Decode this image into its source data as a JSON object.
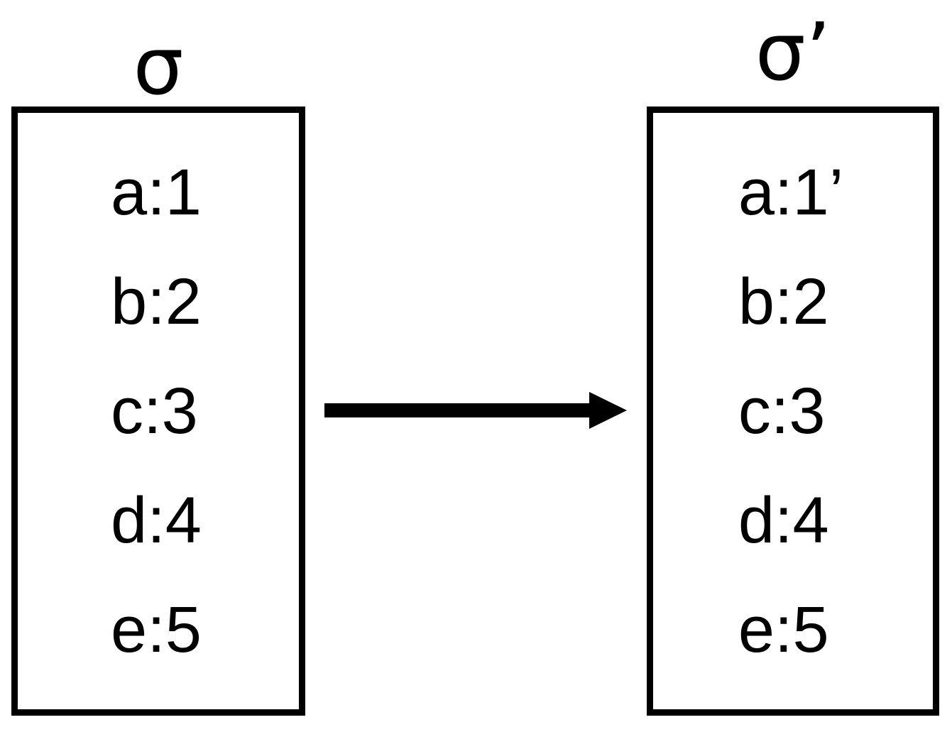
{
  "diagram": {
    "type": "state-transition",
    "background_color": "#ffffff",
    "stroke_color": "#000000",
    "states": [
      {
        "id": "sigma",
        "label": "σ",
        "entries": [
          {
            "key": "a",
            "value": "1",
            "text": "a:1"
          },
          {
            "key": "b",
            "value": "2",
            "text": "b:2"
          },
          {
            "key": "c",
            "value": "3",
            "text": "c:3"
          },
          {
            "key": "d",
            "value": "4",
            "text": "d:4"
          },
          {
            "key": "e",
            "value": "5",
            "text": "e:5"
          }
        ]
      },
      {
        "id": "sigma-prime",
        "label": "σ’",
        "entries": [
          {
            "key": "a",
            "value": "1’",
            "text": "a:1’"
          },
          {
            "key": "b",
            "value": "2",
            "text": "b:2"
          },
          {
            "key": "c",
            "value": "3",
            "text": "c:3"
          },
          {
            "key": "d",
            "value": "4",
            "text": "d:4"
          },
          {
            "key": "e",
            "value": "5",
            "text": "e:5"
          }
        ]
      }
    ],
    "transition": {
      "icon": "right-arrow-icon",
      "direction": "right",
      "label": ""
    }
  }
}
